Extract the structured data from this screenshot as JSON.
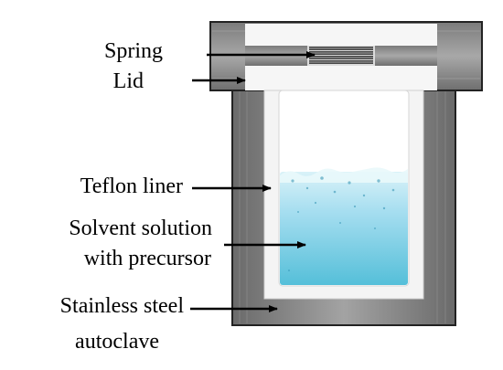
{
  "labels": {
    "spring": "Spring",
    "lid": "Lid",
    "teflon_liner": "Teflon liner",
    "solvent_line1": "Solvent solution",
    "solvent_line2": "with precursor",
    "steel_line1": "Stainless steel",
    "steel_line2": "autoclave"
  },
  "colors": {
    "steel_dark": "#5e5e5e",
    "steel_light": "#9a9a9a",
    "teflon": "#f4f4f4",
    "liquid_top": "#d6f1f7",
    "liquid_bottom": "#55bfd9",
    "arrow": "#000000"
  }
}
